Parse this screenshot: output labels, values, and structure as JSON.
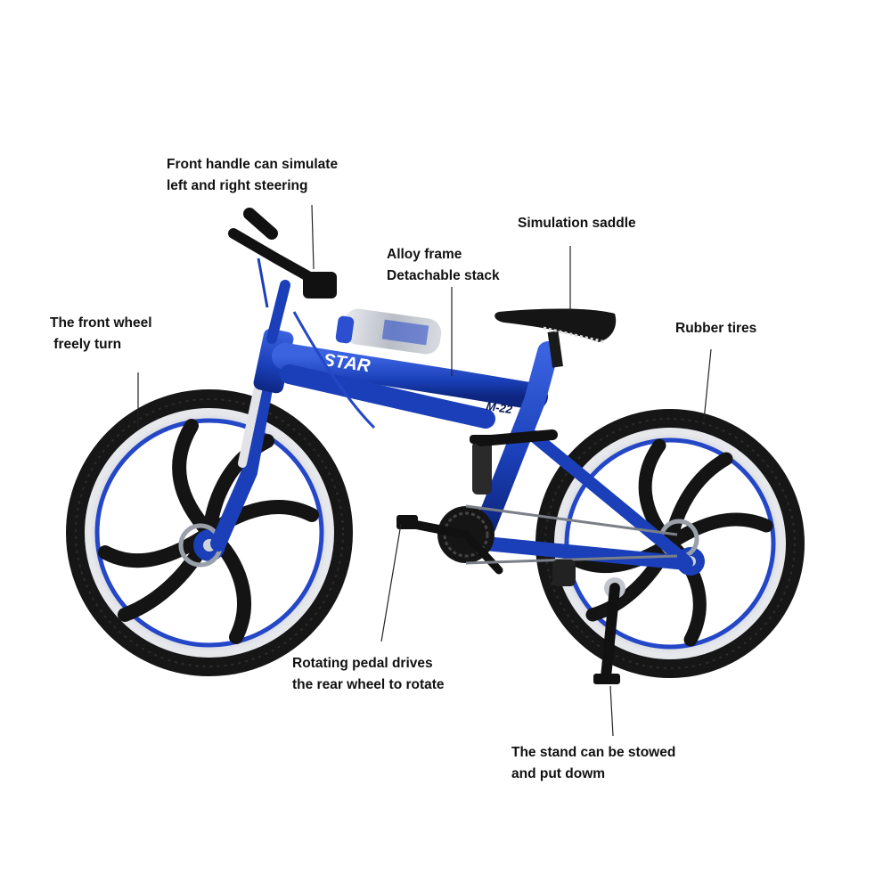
{
  "annotations": {
    "front_handle": "Front handle can simulate\nleft and right steering",
    "front_wheel": "The front wheel\n freely turn",
    "alloy_frame": "Alloy frame\nDetachable stack",
    "saddle": "Simulation saddle",
    "rubber_tires": "Rubber tires",
    "pedal": "Rotating pedal drives\nthe rear wheel to rotate",
    "stand": "The stand can be stowed\nand put dowm"
  },
  "bike": {
    "brand_text": "STAR",
    "model_text": "M-22",
    "bottle_text": "",
    "colors": {
      "frame": "#1a3fb8",
      "frame_dark": "#0d2680",
      "tire": "#1a1a1a",
      "rim": "#c8ccd4",
      "spokes": "#141414",
      "accent_blue": "#2447c7"
    }
  }
}
